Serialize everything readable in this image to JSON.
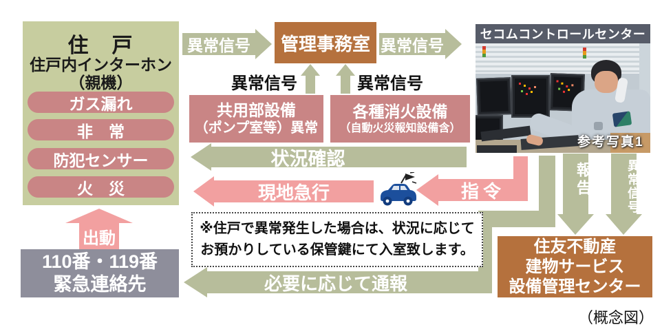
{
  "diagram": {
    "unit_box": {
      "title": "住　戸",
      "subtitle1": "住戸内インターホン",
      "subtitle2": "（親機）",
      "pills": [
        "ガス漏れ",
        "非　常",
        "防犯センサー",
        "火　災"
      ]
    },
    "top_flow": {
      "signal_to_office": "異常信号",
      "office": "管理事務室",
      "signal_to_secom": "異常信号",
      "up_left_label": "異常信号",
      "up_right_label": "異常信号"
    },
    "equipment_boxes": [
      {
        "line1": "共用部設備",
        "line2": "（ポンプ室等）異常"
      },
      {
        "line1": "各種消火設備",
        "line2": "（自動火災報知設備含）"
      }
    ],
    "secom": {
      "title": "セコムコントロールセンター",
      "photo_caption": "参考写真1"
    },
    "arrows": {
      "status_check": "状況確認",
      "rush": "現地急行",
      "command": "指令",
      "dispatch": "出動",
      "report": "報告",
      "abnormal_signal": "異常信号",
      "notify": "必要に応じて通報"
    },
    "note": {
      "line1": "※住戸で異常発生した場合は、状況に応じて",
      "line2": "お預かりしている保管鍵にて入室致します。"
    },
    "emergency_box": {
      "line1": "110番・119番",
      "line2": "緊急連絡先"
    },
    "sumitomo_box": {
      "line1": "住友不動産",
      "line2": "建物サービス",
      "line3": "設備管理センター"
    },
    "footer_caption": "（概念図）"
  },
  "colors": {
    "green_arrow": "#b7bd9b",
    "pink_arrow": "#f2a0a0",
    "olive_box": "#c7cd9f",
    "pill": "#c98585",
    "orange_box": "#b5713d",
    "gray_box": "#8e8e9b",
    "car_blue": "#1c4f9c"
  }
}
